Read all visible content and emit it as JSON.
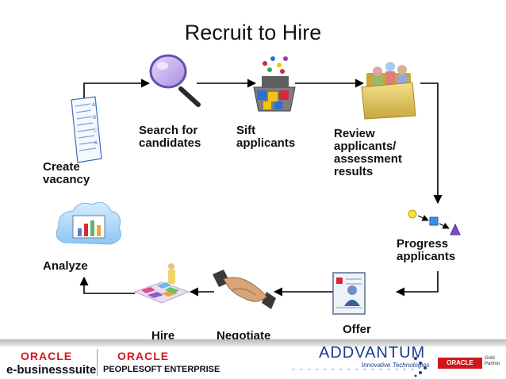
{
  "title": "Recruit to Hire",
  "steps": [
    {
      "id": "create-vacancy",
      "label": "Create\nvacancy",
      "icon": "document-icon"
    },
    {
      "id": "search-candidates",
      "label": "Search for\ncandidates",
      "icon": "magnifying-glass-icon"
    },
    {
      "id": "sift-applicants",
      "label": "Sift\napplicants",
      "icon": "sorting-machine-icon"
    },
    {
      "id": "review-applicants",
      "label": "Review\napplicants/\nassessment\nresults",
      "icon": "folder-people-icon"
    },
    {
      "id": "progress-applicants",
      "label": "Progress\napplicants",
      "icon": "shapes-progress-icon"
    },
    {
      "id": "offer",
      "label": "Offer",
      "icon": "offer-letter-icon"
    },
    {
      "id": "negotiate",
      "label": "Negotiate",
      "icon": "handshake-icon"
    },
    {
      "id": "hire",
      "label": "Hire",
      "icon": "puzzle-person-icon"
    },
    {
      "id": "analyze",
      "label": "Analyze",
      "icon": "cloud-chart-icon"
    }
  ],
  "footer": {
    "oracle_1": "ORACLE",
    "ebs": "e-businesssuite",
    "oracle_2": "ORACLE",
    "psft": "PEOPLESOFT ENTERPRISE",
    "addvantum": "ADDVANTUM",
    "addvantum_tagline": "Innovative Technologies",
    "badge_oracle": "ORACLE",
    "badge_gold": "Gold\nPartner"
  },
  "colors": {
    "arrow": "#000000",
    "oracle_red": "#d4161c",
    "addvantum_blue": "#1b3c8c"
  }
}
